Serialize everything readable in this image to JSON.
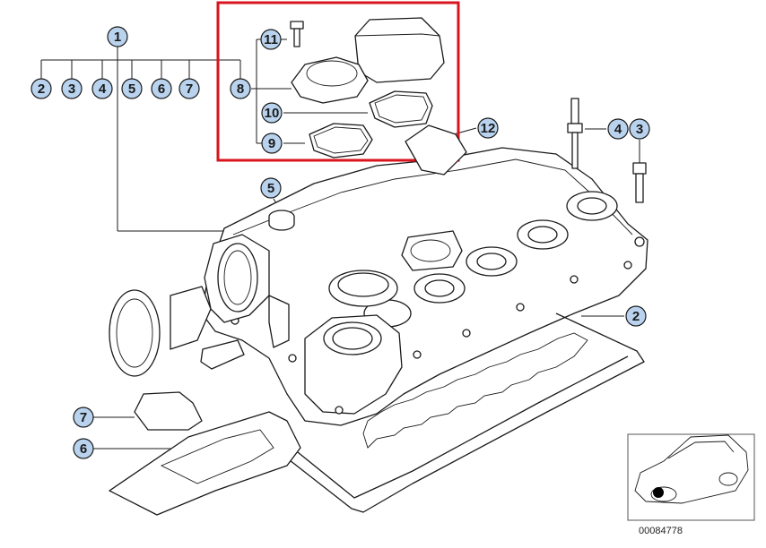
{
  "diagram": {
    "callouts": [
      {
        "id": "c1",
        "label": "1"
      },
      {
        "id": "c2a",
        "label": "2"
      },
      {
        "id": "c3a",
        "label": "3"
      },
      {
        "id": "c4a",
        "label": "4"
      },
      {
        "id": "c5a",
        "label": "5"
      },
      {
        "id": "c6a",
        "label": "6"
      },
      {
        "id": "c7a",
        "label": "7"
      },
      {
        "id": "c8",
        "label": "8"
      },
      {
        "id": "c11",
        "label": "11"
      },
      {
        "id": "c10",
        "label": "10"
      },
      {
        "id": "c9",
        "label": "9"
      },
      {
        "id": "c12",
        "label": "12"
      },
      {
        "id": "c4b",
        "label": "4"
      },
      {
        "id": "c3b",
        "label": "3"
      },
      {
        "id": "c5b",
        "label": "5"
      },
      {
        "id": "c2b",
        "label": "2"
      },
      {
        "id": "c7b",
        "label": "7"
      },
      {
        "id": "c6b",
        "label": "6"
      }
    ],
    "part_number": "00084778",
    "highlight_color": "#d9141e",
    "callout_fill": "#b9d3ee",
    "callout_stroke": "#1a1a1a",
    "locator_icon": "car-locator-icon"
  }
}
